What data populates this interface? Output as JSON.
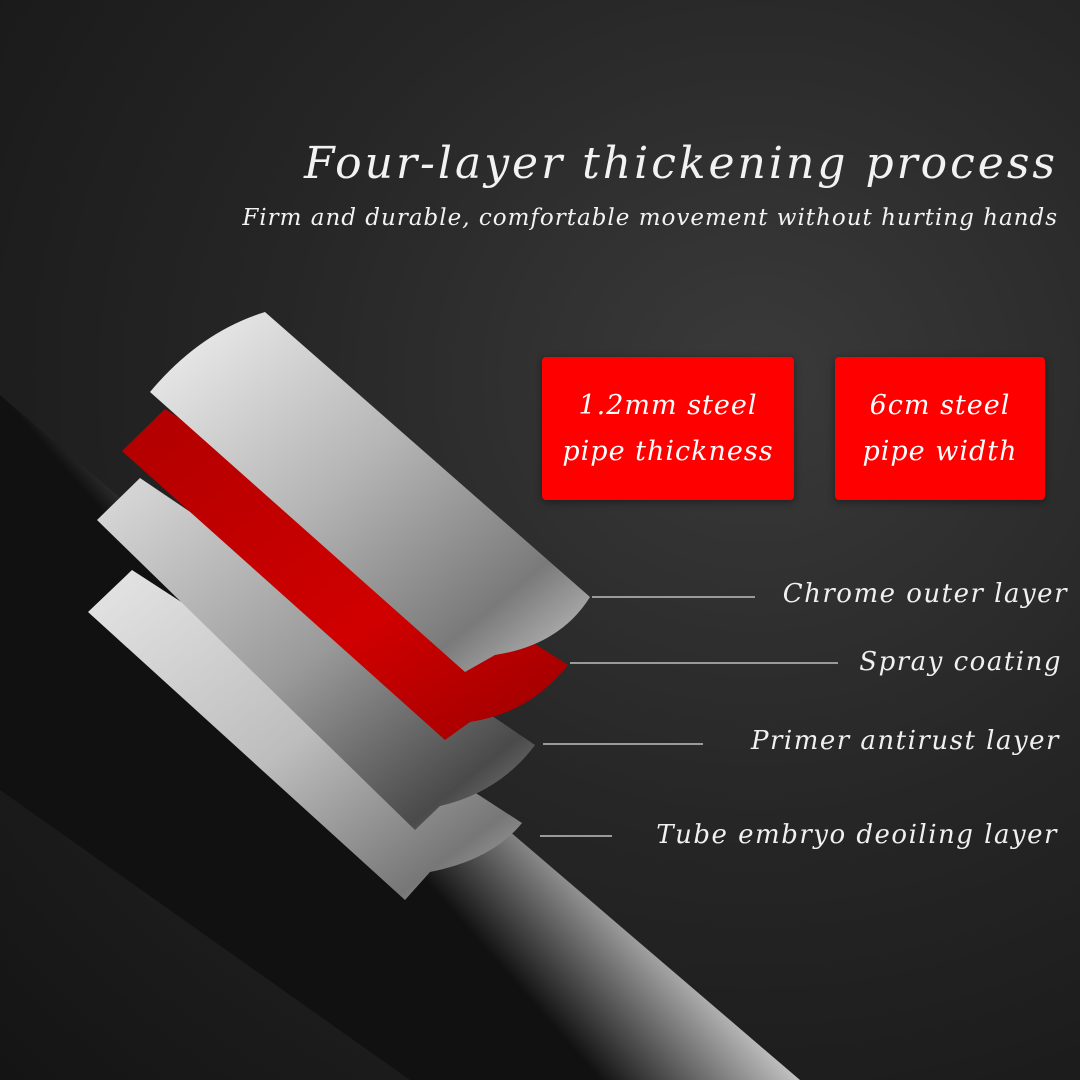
{
  "header": {
    "title": "Four-layer thickening process",
    "subtitle": "Firm and durable, comfortable movement without hurting hands"
  },
  "badges": [
    {
      "line1": "1.2mm steel",
      "line2": "pipe thickness"
    },
    {
      "line1": "6cm steel",
      "line2": "pipe width"
    }
  ],
  "layers": [
    {
      "label": "Chrome outer layer"
    },
    {
      "label": "Spray coating"
    },
    {
      "label": "Primer antirust layer"
    },
    {
      "label": "Tube embryo deoiling layer"
    }
  ],
  "colors": {
    "badge_red": "#ff0000",
    "spray_red": "#cc0000",
    "background": "#262626"
  }
}
